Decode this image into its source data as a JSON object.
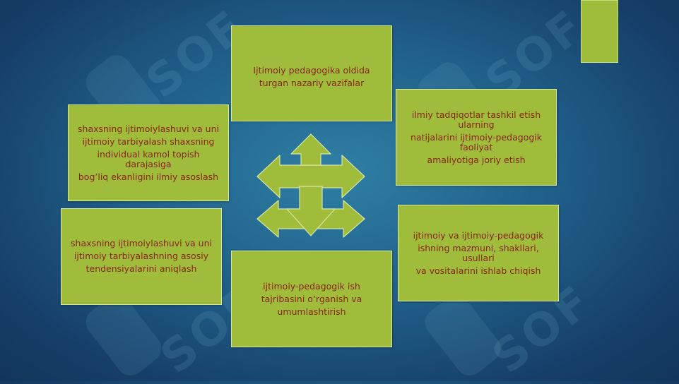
{
  "boxes": {
    "top": {
      "lines": [
        "Ijtimoiy pedagogika oldida",
        "turgan nazariy vazifalar"
      ]
    },
    "left_upper": {
      "lines": [
        "shaxsning ijtimoiylashuvi va uni",
        "ijtimoiy tarbiyalash shaxsning",
        "individual kamol topish darajasiga",
        "bog’liq ekanligini ilmiy asoslash"
      ]
    },
    "right_upper": {
      "lines": [
        "ilmiy tadqiqotlar tashkil etish ularning",
        "natijalarini ijtimoiy-pedagogik faoliyat",
        "amaliyotiga joriy etish"
      ]
    },
    "left_lower": {
      "lines": [
        "shaxsning ijtimoiylashuvi va uni",
        "ijtimoiy tarbiyalashning asosiy",
        "tendensiyalarini aniqlash"
      ]
    },
    "right_lower": {
      "lines": [
        "ijtimoiy va ijtimoiy-pedagogik",
        "ishning mazmuni, shakllari, usullari",
        "va vositalarini ishlab chiqish"
      ]
    },
    "bottom": {
      "lines": [
        "ijtimoiy-pedagogik ish",
        "tajribasini o’rganish va",
        "umumlashtirish"
      ]
    }
  },
  "watermark": "SOF",
  "colors": {
    "box_fill": "#9fbd3a",
    "text": "#8a2314",
    "background": "#1f5f88"
  }
}
